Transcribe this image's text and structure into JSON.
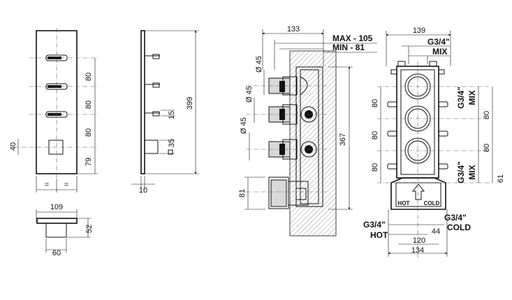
{
  "front_view": {
    "dims_right": [
      "80",
      "80",
      "80",
      "79"
    ],
    "dim_left": "40",
    "dims_bottom_eq": [
      "=",
      "="
    ]
  },
  "side_view": {
    "dim_height": "399",
    "dim_15": "15",
    "dim_square": "35",
    "dim_depth": "10"
  },
  "top_view": {
    "dim_width": "109",
    "dim_depth": "52",
    "dim_base": "60"
  },
  "section_view": {
    "dim_133": "133",
    "max_label": "MAX - 105",
    "min_label": "MIN - 81",
    "dia_labels": [
      "45",
      "45",
      "45"
    ],
    "dim_367": "367",
    "dim_81": "81"
  },
  "body_view": {
    "dim_139": "139",
    "g34_top": "G3/4\"",
    "mix_top": "MIX",
    "left_dims": [
      "80",
      "80",
      "80"
    ],
    "right_labels_g34": [
      "G3/4\"",
      "G3/4\""
    ],
    "right_labels_mix": [
      "MIX",
      "MIX"
    ],
    "right_dims": [
      "80",
      "80",
      "61"
    ],
    "hot_cold_box": [
      "HOT",
      "COLD"
    ],
    "g34_hot": "G3/4\"",
    "hot_label": "HOT",
    "g34_cold": "G3/4\"",
    "cold_label": "COLD",
    "dim_44": "44",
    "dim_120": "120",
    "dim_134": "134"
  }
}
